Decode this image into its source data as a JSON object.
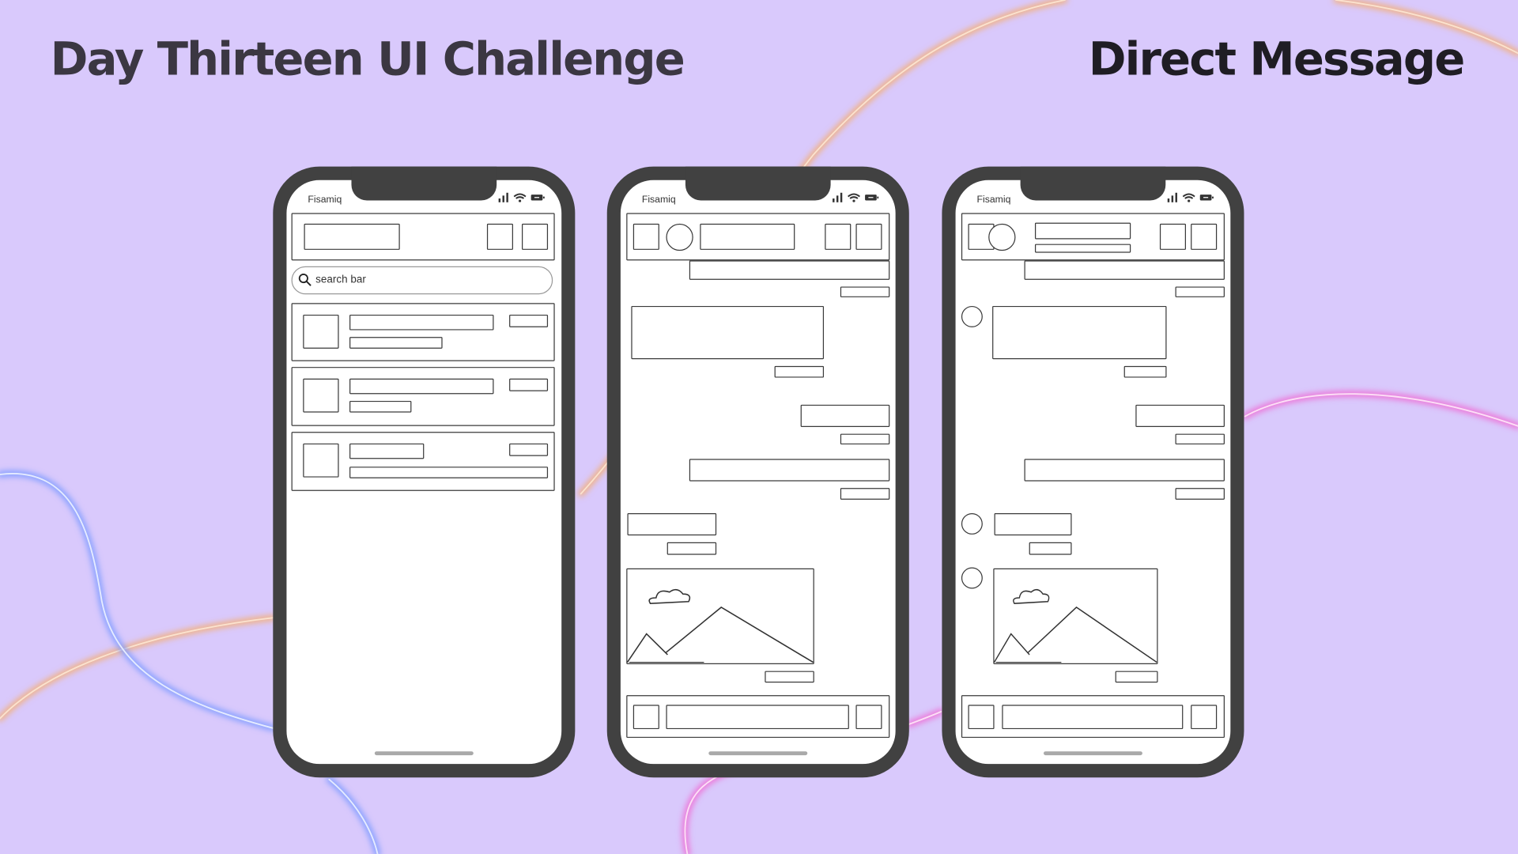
{
  "header": {
    "title": "Day Thirteen UI Challenge",
    "subtitle": "Direct Message"
  },
  "phones": [
    {
      "screen": "inbox",
      "carrier": "Fisamiq",
      "search_placeholder": "search bar"
    },
    {
      "screen": "chat",
      "carrier": "Fisamiq"
    },
    {
      "screen": "chat-with-avatars",
      "carrier": "Fisamiq"
    }
  ],
  "colors": {
    "background": "#d9c9fc",
    "phone_frame": "#414141",
    "wireframe_stroke": "#3a3a3a"
  }
}
